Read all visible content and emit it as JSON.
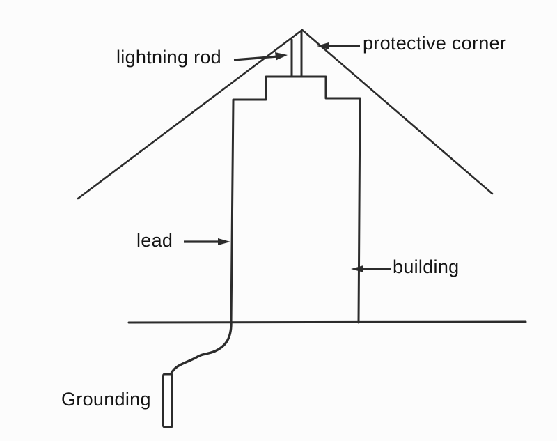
{
  "labels": {
    "lightning_rod": "lightning rod",
    "protective_corner": "protective corner",
    "lead": "lead",
    "building": "building",
    "grounding": "Grounding"
  },
  "colors": {
    "background": "#fcfcfc",
    "line": "#2c2c2c",
    "text": "#141414"
  }
}
